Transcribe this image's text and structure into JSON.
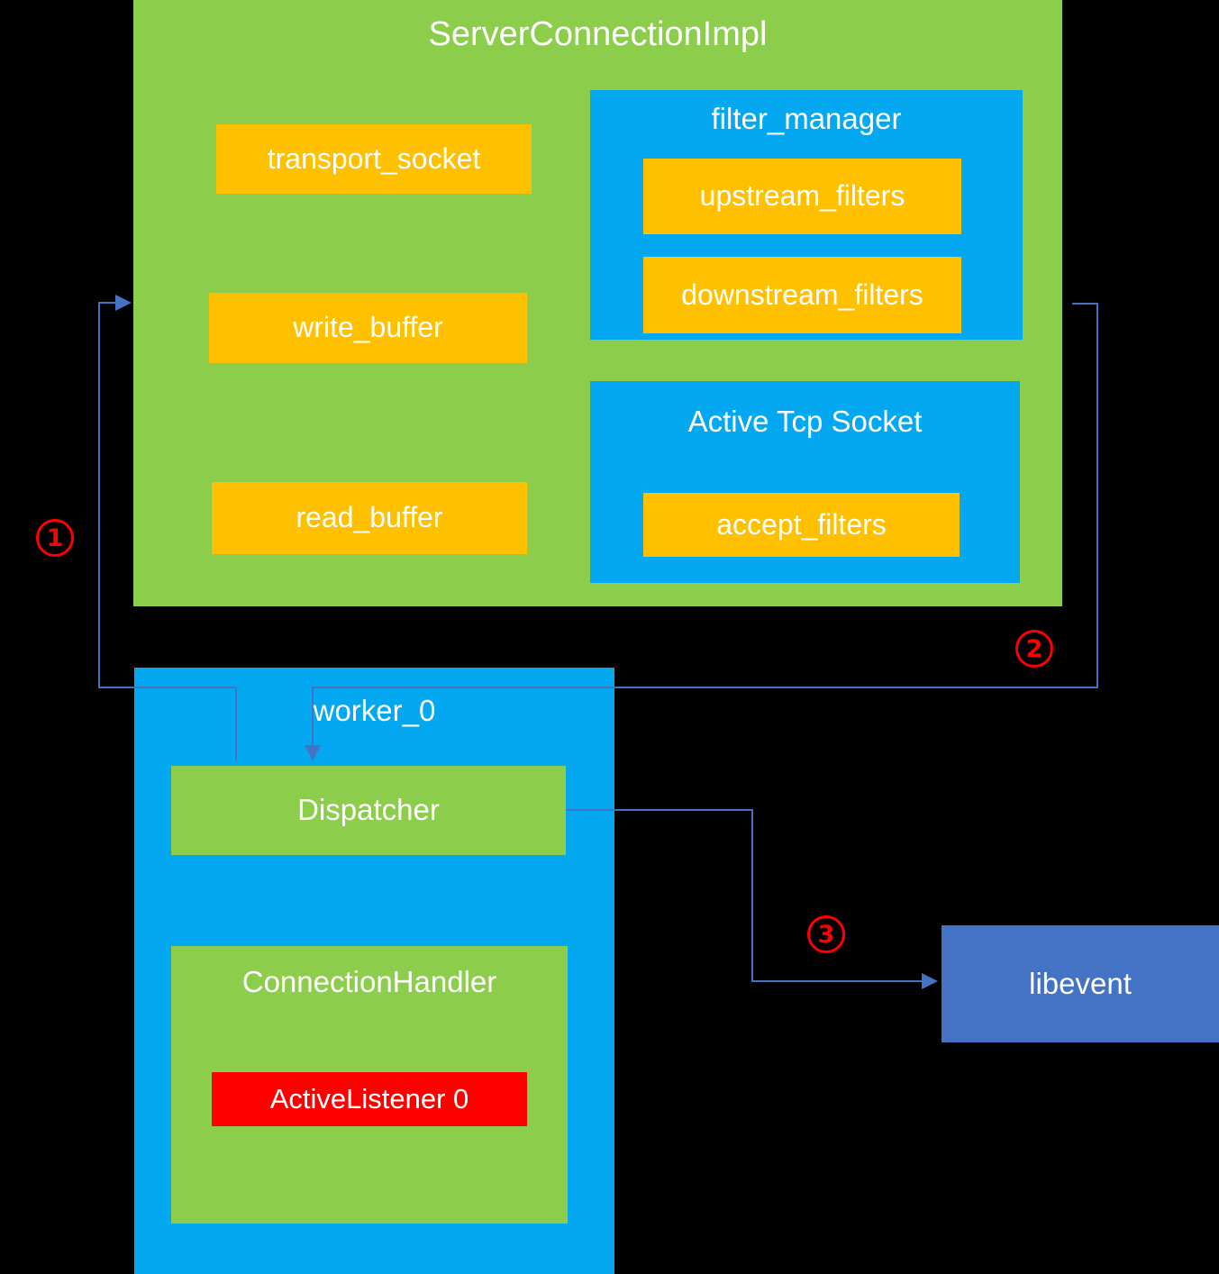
{
  "diagram": {
    "title": "ServerConnectionImpl",
    "background_color": "#000000",
    "palette": {
      "green": "#8CCE4C",
      "blue": "#04A8F0",
      "orange": "#FFC000",
      "red": "#FF0000",
      "indigo": "#4472C4",
      "connector": "#4472C4",
      "text": "#FFFFFF"
    }
  },
  "server_connection_impl": {
    "label": "ServerConnectionImpl",
    "transport_socket": "transport_socket",
    "write_buffer": "write_buffer",
    "read_buffer": "read_buffer",
    "filter_manager": {
      "label": "filter_manager",
      "upstream_filters": "upstream_filters",
      "downstream_filters": "downstream_filters"
    },
    "active_tcp_socket": {
      "label": "Active Tcp Socket",
      "accept_filters": "accept_filters"
    }
  },
  "worker_0": {
    "label": "worker_0",
    "dispatcher": "Dispatcher",
    "connection_handler": {
      "label": "ConnectionHandler",
      "active_listener": "ActiveListener 0"
    }
  },
  "libevent": {
    "label": "libevent"
  },
  "steps": [
    {
      "marker": "①",
      "number": "1",
      "from": "worker_0",
      "to": "ServerConnectionImpl"
    },
    {
      "marker": "②",
      "number": "2",
      "from": "ServerConnectionImpl",
      "to": "Dispatcher"
    },
    {
      "marker": "③",
      "number": "3",
      "from": "Dispatcher",
      "to": "libevent"
    }
  ]
}
